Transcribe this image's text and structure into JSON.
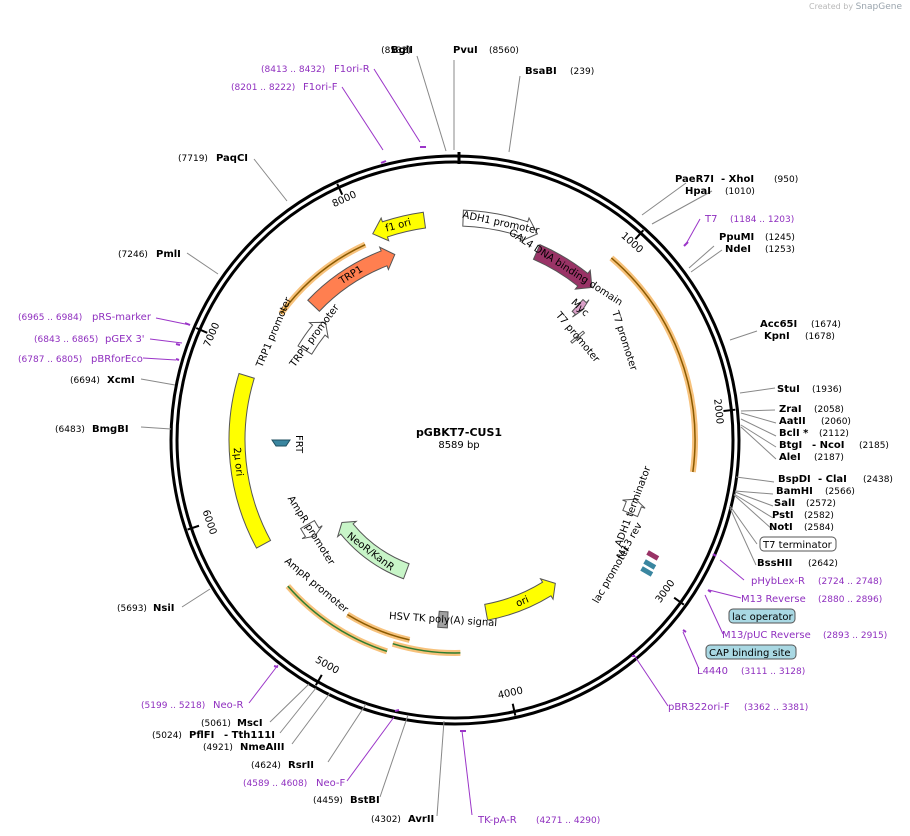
{
  "watermark": {
    "prefix": "Created by",
    "brand": "SnapGene"
  },
  "title": "pGBKT7-CUS1",
  "subtitle": "8589 bp",
  "total_bp": 8589,
  "ticks": [
    "1000",
    "2000",
    "3000",
    "4000",
    "5000",
    "6000",
    "7000",
    "8000"
  ],
  "features": [
    {
      "name": "f1 ori",
      "start": 8070,
      "end": 8400,
      "dir": -1,
      "color": "#ffff00"
    },
    {
      "name": "ADH1 promoter",
      "start": 50,
      "end": 520,
      "dir": 1,
      "color": "#ffffff"
    },
    {
      "name": "GAL4 DNA binding domain",
      "start": 560,
      "end": 1000,
      "dir": 1,
      "color": "#993366"
    },
    {
      "name": "Myc",
      "start": 1010,
      "end": 1060,
      "dir": 1,
      "color": "#d9a0c8"
    },
    {
      "name": "TRP1",
      "start": 7480,
      "end": 8160,
      "dir": 1,
      "color": "#ff7f50"
    },
    {
      "name": "TRP1 promoter",
      "start": 7180,
      "end": 7450,
      "dir": 1,
      "color": "#ffffff"
    },
    {
      "name": "2μ ori",
      "start": 5760,
      "end": 6850,
      "dir": 0,
      "color": "#ffff00"
    },
    {
      "name": "AmpR promoter",
      "start": 5620,
      "end": 5730,
      "dir": -1,
      "color": "#ffffff"
    },
    {
      "name": "NeoR/KanR",
      "start": 4780,
      "end": 5580,
      "dir": 1,
      "color": "#c8f5c8"
    },
    {
      "name": "ori",
      "start": 3460,
      "end": 4050,
      "dir": -1,
      "color": "#ffff00"
    },
    {
      "name": "HSV TK poly(A) signal",
      "start": 4350,
      "end": 4420,
      "dir": 0,
      "color": "#a0a0a0"
    },
    {
      "name": "ADH1 terminator",
      "start": 2580,
      "end": 2690,
      "dir": -1,
      "color": "#ffffff"
    },
    {
      "name": "T7 promoter",
      "start": 1184,
      "end": 1203,
      "dir": 0,
      "color": "#ffffff"
    }
  ],
  "primer_arcs": [
    {
      "start": 970,
      "end": 2330,
      "dir": 1
    },
    {
      "start": 7300,
      "end": 8000,
      "dir": 1
    },
    {
      "start": 4600,
      "end": 5050,
      "dir": -1
    },
    {
      "start": 4720,
      "end": 5460,
      "dir": 1
    },
    {
      "start": 4260,
      "end": 4700,
      "dir": 1
    }
  ],
  "enzymes": [
    {
      "name": "BglI",
      "pos": "(8532)"
    },
    {
      "name": "PvuI",
      "pos": "(8560)"
    },
    {
      "name": "BsaBI",
      "pos": "(239)"
    },
    {
      "name": "PaeR7I",
      "pos": ""
    },
    {
      "name": "- XhoI",
      "pos": "(950)"
    },
    {
      "name": "HpaI",
      "pos": "(1010)"
    },
    {
      "name": "PpuMI",
      "pos": "(1245)"
    },
    {
      "name": "NdeI",
      "pos": "(1253)"
    },
    {
      "name": "Acc65I",
      "pos": "(1674)"
    },
    {
      "name": "KpnI",
      "pos": "(1678)"
    },
    {
      "name": "StuI",
      "pos": "(1936)"
    },
    {
      "name": "ZraI",
      "pos": "(2058)"
    },
    {
      "name": "AatII",
      "pos": "(2060)"
    },
    {
      "name": "BclI *",
      "pos": "(2112)"
    },
    {
      "name": "BtgI",
      "pos": ""
    },
    {
      "name": "- NcoI",
      "pos": "(2185)"
    },
    {
      "name": "AleI",
      "pos": "(2187)"
    },
    {
      "name": "BspDI",
      "pos": ""
    },
    {
      "name": "- ClaI",
      "pos": "(2438)"
    },
    {
      "name": "BamHI",
      "pos": "(2566)"
    },
    {
      "name": "SalI",
      "pos": "(2572)"
    },
    {
      "name": "PstI",
      "pos": "(2582)"
    },
    {
      "name": "NotI",
      "pos": "(2584)"
    },
    {
      "name": "BssHII",
      "pos": "(2642)"
    },
    {
      "name": "PaqCI",
      "pos": "(7719)"
    },
    {
      "name": "PmlI",
      "pos": "(7246)"
    },
    {
      "name": "XcmI",
      "pos": "(6694)"
    },
    {
      "name": "BmgBI",
      "pos": "(6483)"
    },
    {
      "name": "NsiI",
      "pos": "(5693)"
    },
    {
      "name": "MscI",
      "pos": "(5061)"
    },
    {
      "name": "PflFI",
      "pos": "(5024)"
    },
    {
      "name": "- Tth111I",
      "pos": ""
    },
    {
      "name": "NmeAIII",
      "pos": "(4921)"
    },
    {
      "name": "RsrII",
      "pos": "(4624)"
    },
    {
      "name": "BstBI",
      "pos": "(4459)"
    },
    {
      "name": "AvrII",
      "pos": "(4302)"
    }
  ],
  "primers": [
    {
      "name": "F1ori-R",
      "pos": "(8413 .. 8432)"
    },
    {
      "name": "F1ori-F",
      "pos": "(8201 .. 8222)"
    },
    {
      "name": "T7",
      "pos": "(1184 .. 1203)"
    },
    {
      "name": "pRS-marker",
      "pos": "(6965 .. 6984)"
    },
    {
      "name": "pGEX 3'",
      "pos": "(6843 .. 6865)"
    },
    {
      "name": "pBRforEco",
      "pos": "(6787 .. 6805)"
    },
    {
      "name": "pHybLex-R",
      "pos": "(2724 .. 2748)"
    },
    {
      "name": "M13 Reverse",
      "pos": "(2880 .. 2896)"
    },
    {
      "name": "M13/pUC Reverse",
      "pos": "(2893 .. 2915)"
    },
    {
      "name": "L4440",
      "pos": "(3111 .. 3128)"
    },
    {
      "name": "pBR322ori-F",
      "pos": "(3362 .. 3381)"
    },
    {
      "name": "Neo-R",
      "pos": "(5199 .. 5218)"
    },
    {
      "name": "Neo-F",
      "pos": "(4589 .. 4608)"
    },
    {
      "name": "TK-pA-R",
      "pos": "(4271 .. 4290)"
    }
  ],
  "boxed": [
    {
      "name": "T7 terminator",
      "color": "#ffffff"
    },
    {
      "name": "lac operator",
      "color": "#a9d8e3"
    },
    {
      "name": "CAP binding site",
      "color": "#a9d8e3"
    }
  ],
  "inner_labels": [
    "FRT",
    "M13 rev",
    "lac promoter",
    "T7 promoter",
    "TRP1 promoter",
    "AmpR promoter"
  ]
}
